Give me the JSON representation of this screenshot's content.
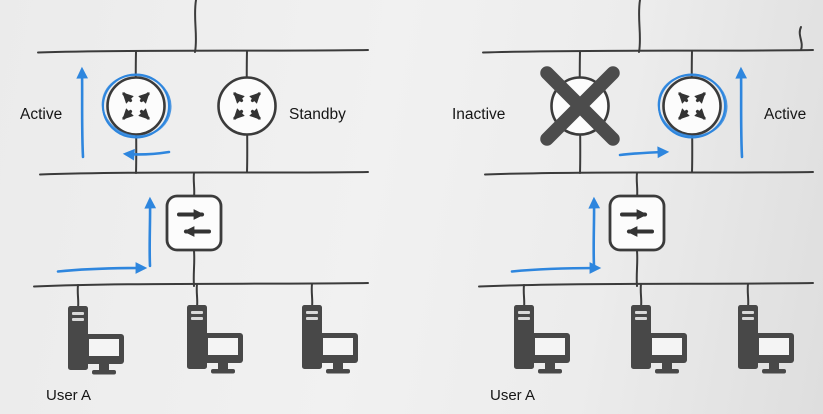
{
  "colors": {
    "ink": "#3b3b3b",
    "accent_blue": "#2e86de",
    "device_fill": "#fcfcfc",
    "pc_fill": "#484848",
    "failure_x": "#4c4c4c",
    "background": "#ececec"
  },
  "icons": {
    "router": "router-icon",
    "switch": "switch-icon",
    "pc": "pc-icon",
    "failure": "x-cross-icon",
    "traffic": "blue-arrow-icon"
  },
  "panels": [
    {
      "name": "before-failover",
      "routers": [
        {
          "label": "Active",
          "state": "active",
          "highlighted": true,
          "crossed_out": false
        },
        {
          "label": "Standby",
          "state": "standby",
          "highlighted": false,
          "crossed_out": false
        }
      ],
      "pc_count": 3,
      "user_label": "User A"
    },
    {
      "name": "after-failover",
      "routers": [
        {
          "label": "Inactive",
          "state": "failed",
          "highlighted": false,
          "crossed_out": true
        },
        {
          "label": "Active",
          "state": "active",
          "highlighted": true,
          "crossed_out": false
        }
      ],
      "pc_count": 3,
      "user_label": "User A"
    }
  ]
}
